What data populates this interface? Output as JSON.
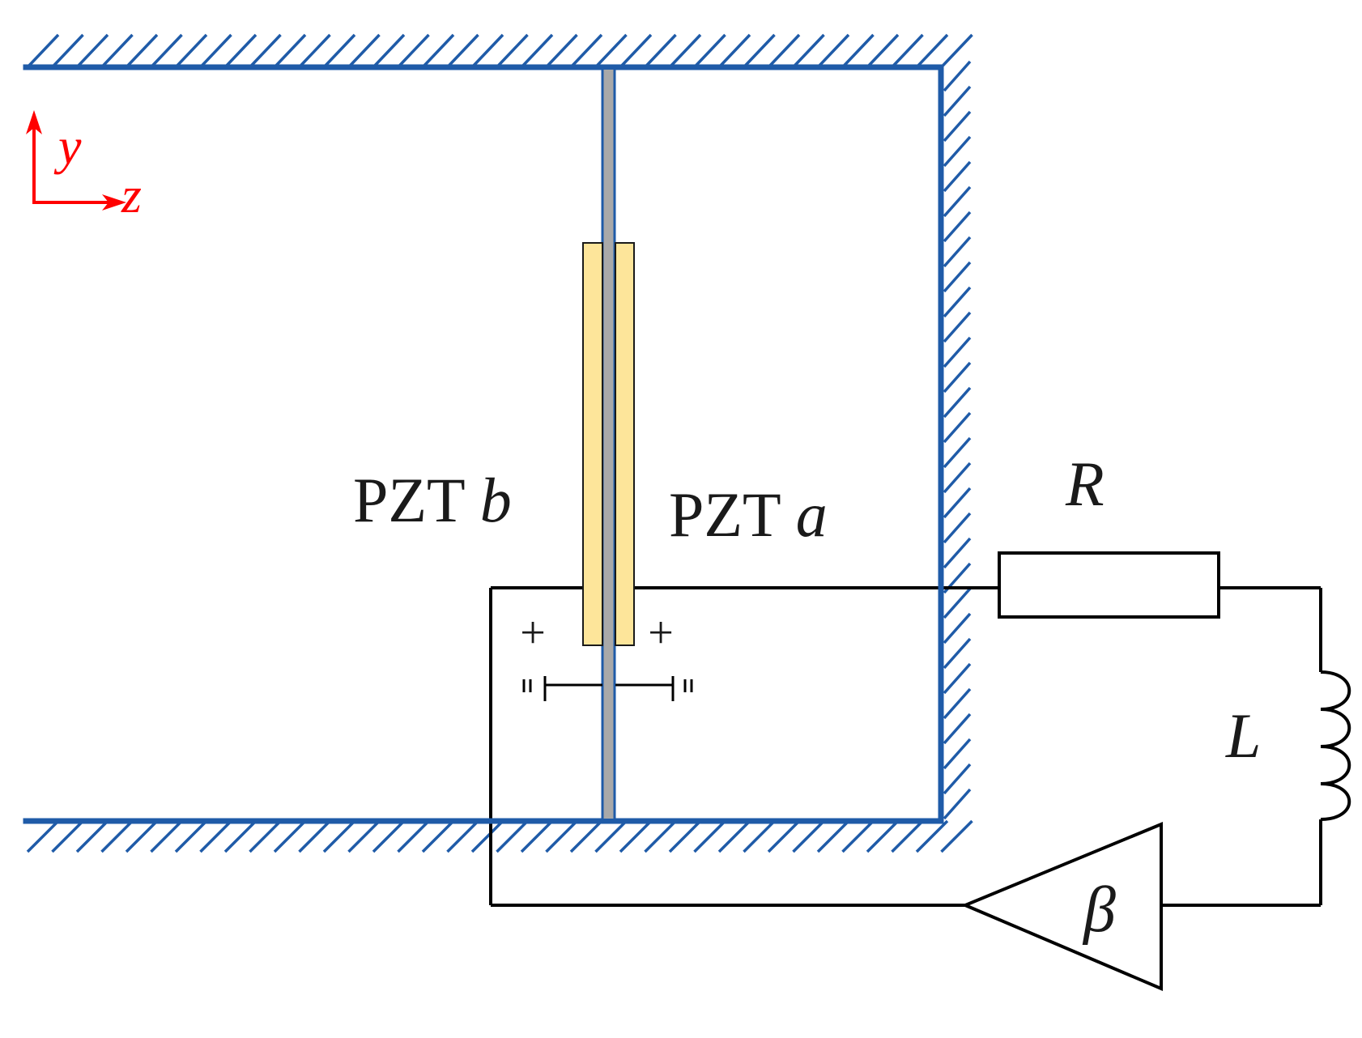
{
  "axes": {
    "y_label": "y",
    "z_label": "z",
    "color": "#ff0000"
  },
  "labels": {
    "pzt_b_prefix": "PZT",
    "pzt_b_letter": "b",
    "pzt_a_prefix": "PZT",
    "pzt_a_letter": "a",
    "resistor": "R",
    "inductor": "L",
    "amplifier": "β",
    "plus_left": "+",
    "plus_right": "+"
  },
  "colors": {
    "wall": "#1f5ba8",
    "wire": "#000000",
    "pzt_fill": "#fde59a",
    "plate_fill": "#a9a9a9"
  }
}
